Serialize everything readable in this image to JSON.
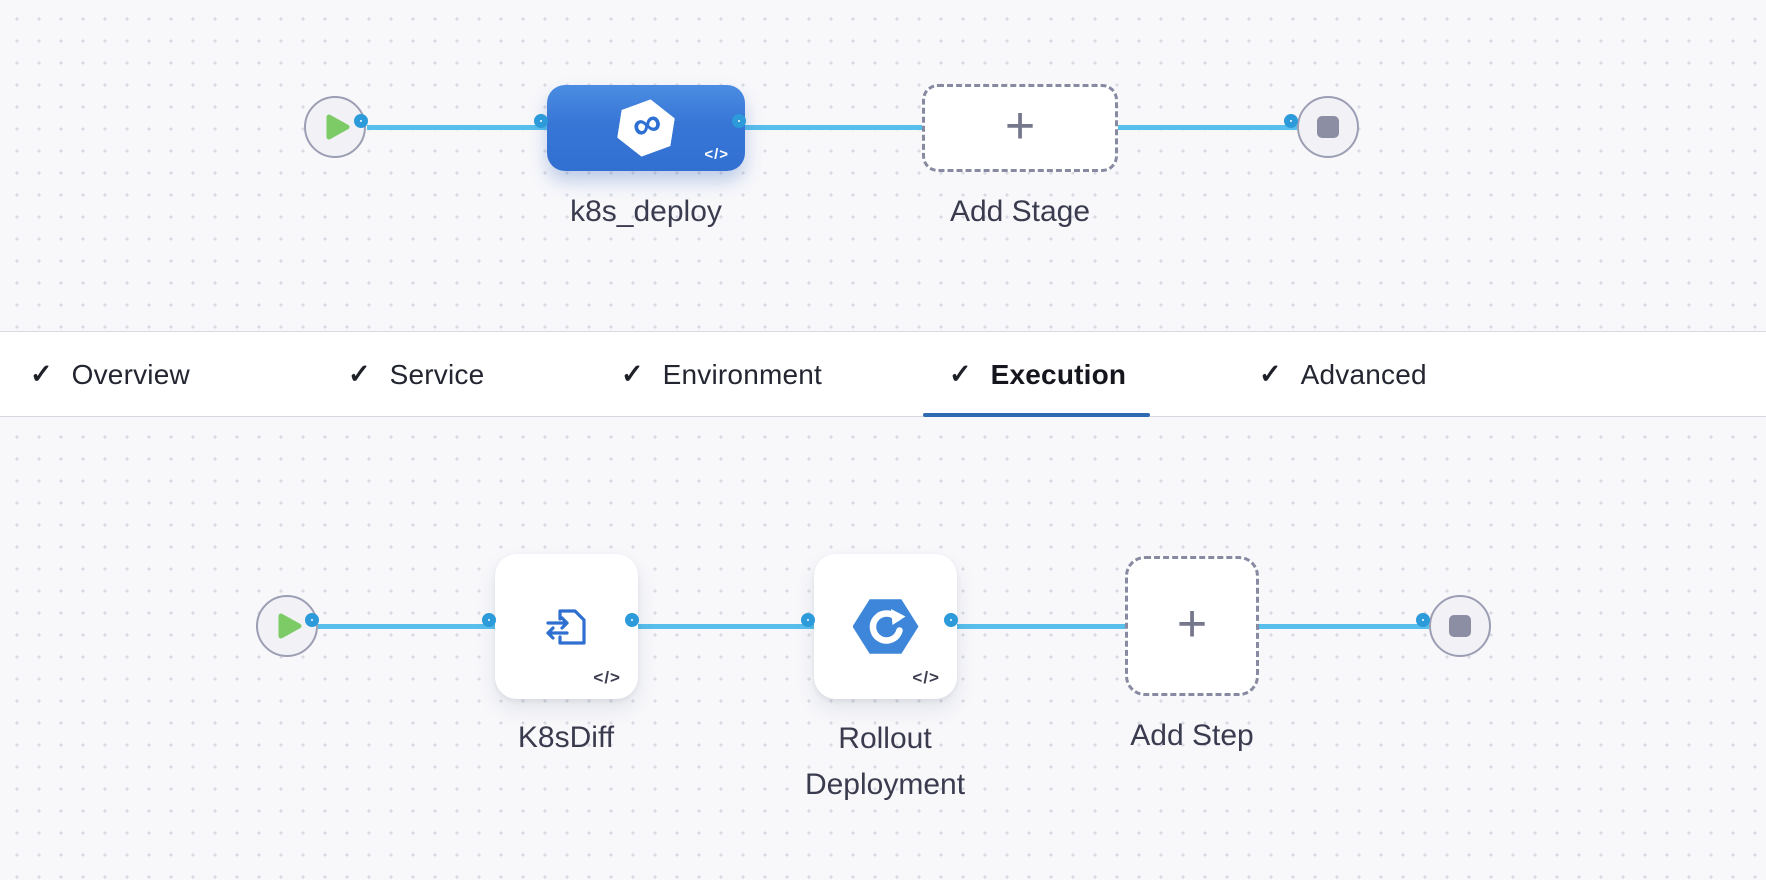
{
  "glyphs": {
    "check": "✓",
    "plus": "+",
    "code": "</>",
    "infinity": "∞"
  },
  "tabs": [
    {
      "label": "Overview",
      "checked": true,
      "active": false
    },
    {
      "label": "Service",
      "checked": true,
      "active": false
    },
    {
      "label": "Environment",
      "checked": true,
      "active": false
    },
    {
      "label": "Execution",
      "checked": true,
      "active": true
    },
    {
      "label": "Advanced",
      "checked": true,
      "active": false
    }
  ],
  "active_tab": "Execution",
  "stage_pipeline": {
    "stage_label": "k8s_deploy",
    "add_stage_label": "Add Stage"
  },
  "execution": {
    "step1_label": "K8sDiff",
    "step2_label_line1": "Rollout",
    "step2_label_line2": "Deployment",
    "add_step_label": "Add Step"
  },
  "icons": {
    "start": "play-icon",
    "end": "stop-icon",
    "stage": "harness-stage-icon",
    "step1": "k8s-diff-icon",
    "step2": "rollout-deployment-icon"
  },
  "colors": {
    "stage_blue": "#3876D6",
    "connector_line": "#58BEEC",
    "connector_ring": "#2D9BD9",
    "active_tab_underline": "#2D6CB2",
    "play_green": "#7CCB66",
    "stop_gray": "#8C8EA4",
    "rollout_hex_blue": "#3D86DA",
    "canvas_bg": "#F8F8FB"
  }
}
